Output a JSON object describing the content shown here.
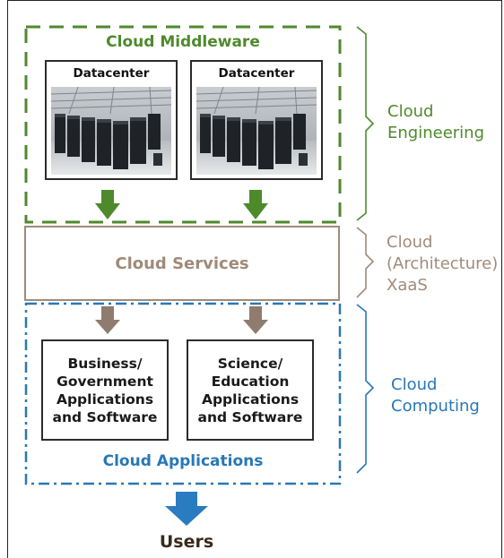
{
  "middleware": {
    "title": "Cloud Middleware"
  },
  "datacenters": [
    {
      "label": "Datacenter"
    },
    {
      "label": "Datacenter"
    }
  ],
  "services": {
    "title": "Cloud Services"
  },
  "apps": [
    {
      "text": "Business/ Government Applications and Software"
    },
    {
      "text": "Science/ Education Applications and Software"
    }
  ],
  "applications": {
    "title": "Cloud Applications"
  },
  "users": {
    "label": "Users"
  },
  "side_labels": {
    "engineering": [
      "Cloud",
      "Engineering"
    ],
    "architecture": [
      "Cloud",
      "(Architecture)",
      "XaaS"
    ],
    "computing": [
      "Cloud",
      "Computing"
    ]
  },
  "colors": {
    "engineering": "#4e8a2c",
    "architecture": "#a08b79",
    "computing": "#2878b6"
  }
}
